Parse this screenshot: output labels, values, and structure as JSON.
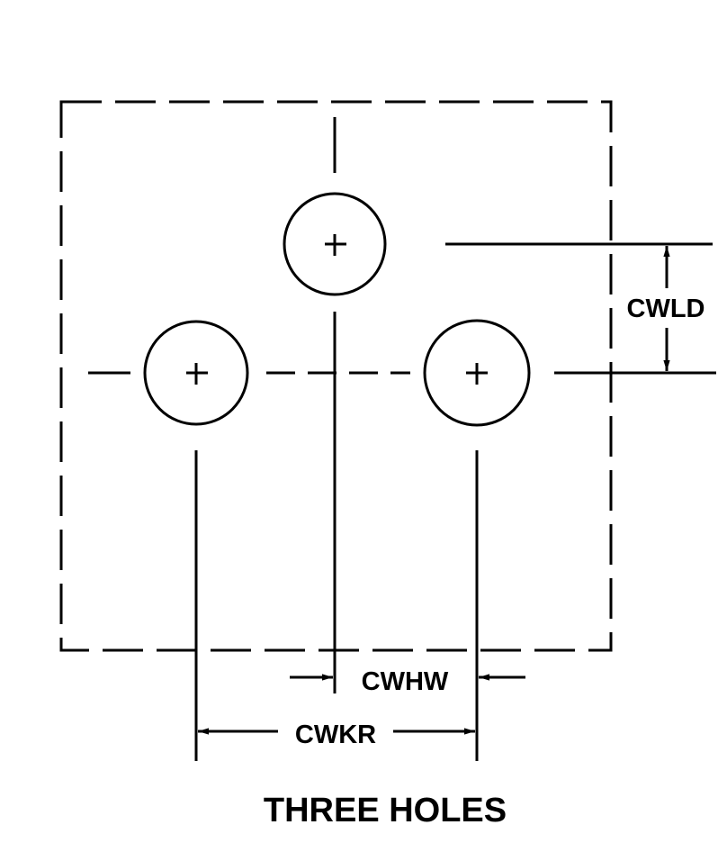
{
  "diagram": {
    "title": "THREE HOLES",
    "dimensions": {
      "vertical_offset": "CWLD",
      "hole_spacing_half": "CWHW",
      "hole_spacing_full": "CWKR"
    },
    "holes": [
      {
        "name": "top-center-hole"
      },
      {
        "name": "bottom-left-hole"
      },
      {
        "name": "bottom-right-hole"
      }
    ],
    "line_color": "#000000",
    "background_color": "#ffffff"
  }
}
